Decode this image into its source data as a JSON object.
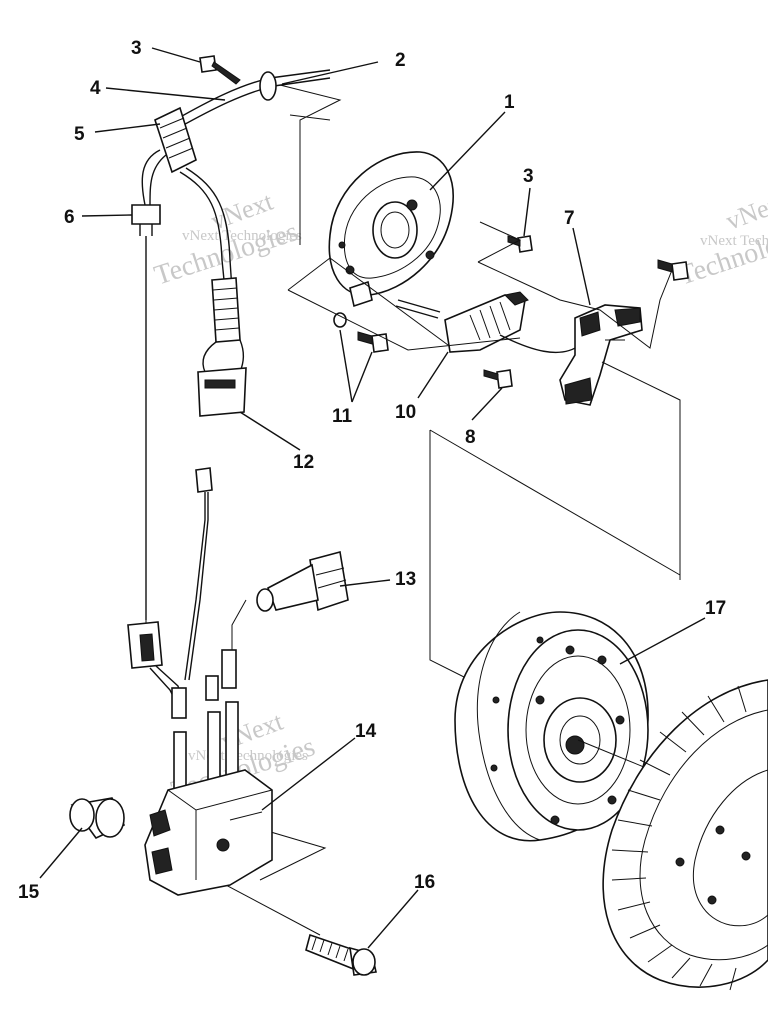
{
  "callouts": [
    {
      "id": "1",
      "label": "1"
    },
    {
      "id": "2",
      "label": "2"
    },
    {
      "id": "3a",
      "label": "3"
    },
    {
      "id": "3b",
      "label": "3"
    },
    {
      "id": "4",
      "label": "4"
    },
    {
      "id": "5",
      "label": "5"
    },
    {
      "id": "6",
      "label": "6"
    },
    {
      "id": "7",
      "label": "7"
    },
    {
      "id": "8",
      "label": "8"
    },
    {
      "id": "10",
      "label": "10"
    },
    {
      "id": "11",
      "label": "11"
    },
    {
      "id": "12",
      "label": "12"
    },
    {
      "id": "13",
      "label": "13"
    },
    {
      "id": "14",
      "label": "14"
    },
    {
      "id": "15",
      "label": "15"
    },
    {
      "id": "16",
      "label": "16"
    },
    {
      "id": "17",
      "label": "17"
    }
  ],
  "watermark": {
    "brand": "vNext",
    "text": "vNext Technologies",
    "word": "Technologies"
  }
}
